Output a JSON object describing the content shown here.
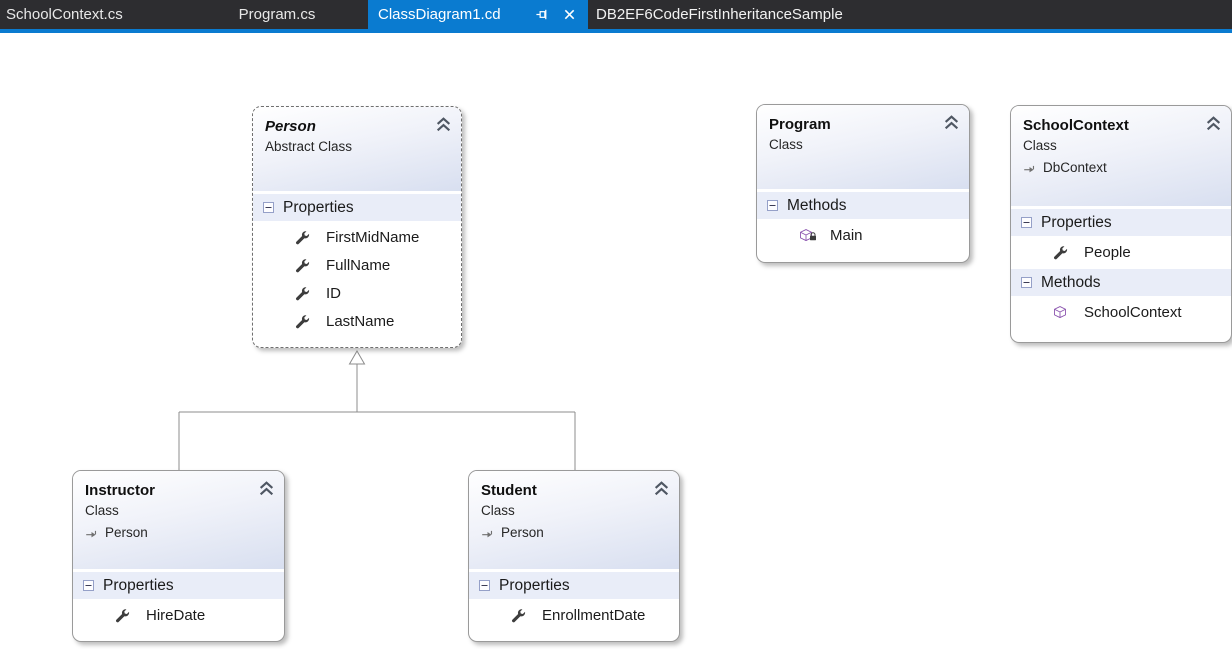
{
  "tab_bar": {
    "tabs": [
      {
        "label": "SchoolContext.cs",
        "active": false
      },
      {
        "label": "Program.cs",
        "active": false
      },
      {
        "label": "ClassDiagram1.cd",
        "active": true,
        "pinned": true,
        "closable": true
      }
    ],
    "title": "DB2EF6CodeFirstInheritanceSample",
    "colors": {
      "bar_background": "#2d2d30",
      "active_tab": "#0a7bd0",
      "inactive_text": "#e8e8e8",
      "active_text": "#ffffff"
    }
  },
  "diagram": {
    "classes": [
      {
        "name": "Person",
        "stereotype": "Abstract Class",
        "sections": [
          {
            "label": "Properties",
            "members": [
              {
                "name": "FirstMidName",
                "icon": "property-wrench-icon"
              },
              {
                "name": "FullName",
                "icon": "property-wrench-icon"
              },
              {
                "name": "ID",
                "icon": "property-wrench-icon"
              },
              {
                "name": "LastName",
                "icon": "property-wrench-icon"
              }
            ]
          }
        ]
      },
      {
        "name": "Program",
        "stereotype": "Class",
        "sections": [
          {
            "label": "Methods",
            "members": [
              {
                "name": "Main",
                "icon": "method-cube-lock-icon"
              }
            ]
          }
        ]
      },
      {
        "name": "SchoolContext",
        "stereotype": "Class",
        "base": "DbContext",
        "sections": [
          {
            "label": "Properties",
            "members": [
              {
                "name": "People",
                "icon": "property-wrench-icon"
              }
            ]
          },
          {
            "label": "Methods",
            "members": [
              {
                "name": "SchoolContext",
                "icon": "method-cube-icon"
              }
            ]
          }
        ]
      },
      {
        "name": "Instructor",
        "stereotype": "Class",
        "base": "Person",
        "sections": [
          {
            "label": "Properties",
            "members": [
              {
                "name": "HireDate",
                "icon": "property-wrench-icon"
              }
            ]
          }
        ]
      },
      {
        "name": "Student",
        "stereotype": "Class",
        "base": "Person",
        "sections": [
          {
            "label": "Properties",
            "members": [
              {
                "name": "EnrollmentDate",
                "icon": "property-wrench-icon"
              }
            ]
          }
        ]
      }
    ],
    "relationships": [
      {
        "type": "inheritance",
        "from": "Instructor",
        "to": "Person"
      },
      {
        "type": "inheritance",
        "from": "Student",
        "to": "Person"
      }
    ],
    "colors": {
      "shape_border": "#9a9a9a",
      "header_gradient_top": "#ffffff",
      "header_gradient_bottom": "#d8dff0",
      "section_row": "#e9edf8",
      "connector": "#8c8c8c",
      "method_icon_purple": "#8952ad",
      "canvas": "#ffffff"
    }
  }
}
